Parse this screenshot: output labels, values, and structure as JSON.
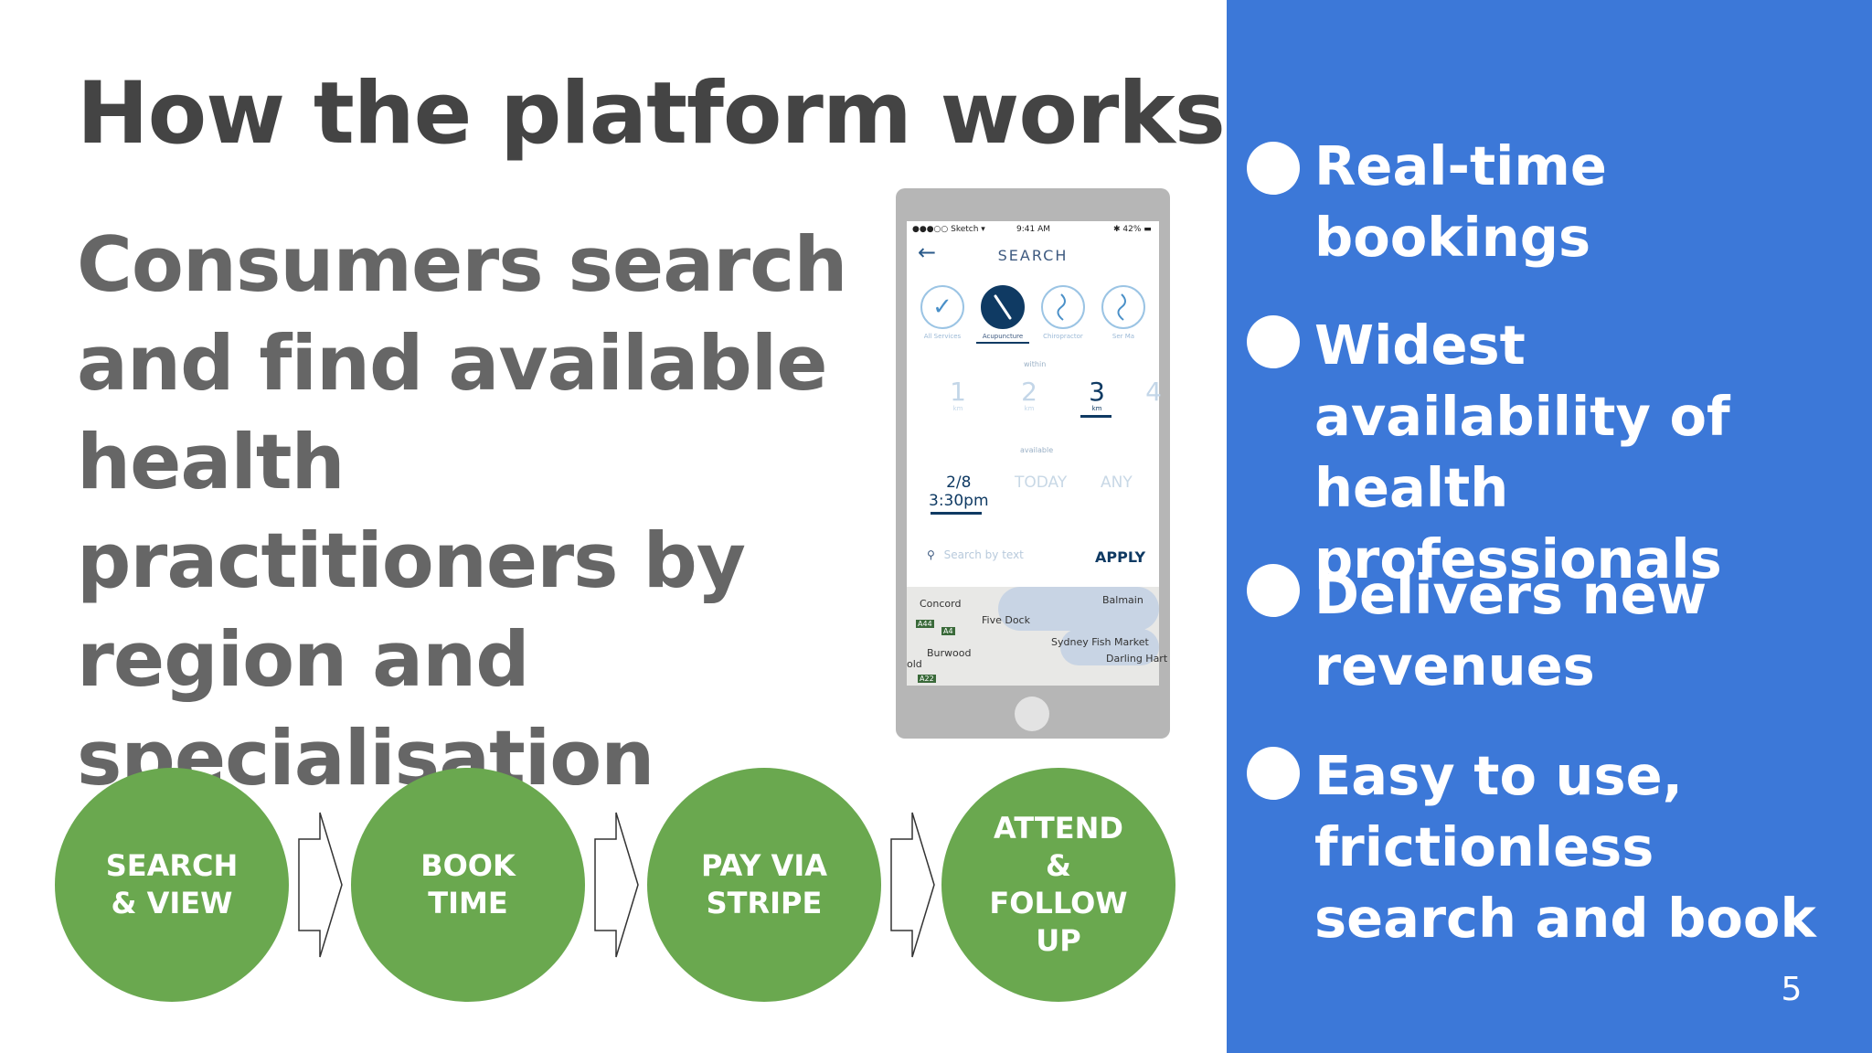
{
  "slide": {
    "title": "How the platform works …",
    "subtitle": "Consumers search and find available health practitioners by region and specialisation",
    "page_number": "5"
  },
  "phone": {
    "status": {
      "carrier": "●●●○○ Sketch ▾",
      "time": "9:41 AM",
      "battery": "✱ 42% ▬"
    },
    "header": "SEARCH",
    "categories": [
      {
        "label": "All Services",
        "icon": "check-icon"
      },
      {
        "label": "Acupuncture",
        "icon": "needle-icon"
      },
      {
        "label": "Chiropractor",
        "icon": "spine-icon"
      },
      {
        "label": "Ser Ma",
        "icon": "spine-icon"
      }
    ],
    "within_label": "within",
    "distances": [
      {
        "value": "1",
        "unit": "km"
      },
      {
        "value": "2",
        "unit": "km"
      },
      {
        "value": "3",
        "unit": "km"
      },
      {
        "value": "4",
        "unit": ""
      }
    ],
    "available_label": "available",
    "when_selected_date": "2/8",
    "when_selected_time": "3:30pm",
    "when_today": "TODAY",
    "when_any": "ANY",
    "search_placeholder": "Search by text",
    "apply_label": "APPLY",
    "map_labels": {
      "concord": "Concord",
      "five_dock": "Five Dock",
      "balmain": "Balmain",
      "burwood": "Burwood",
      "fish_market": "Sydney Fish Market",
      "darling": "Darling Hart",
      "old": "old",
      "a44": "A44",
      "a4": "A4",
      "a22": "A22"
    }
  },
  "steps": [
    {
      "label_line1": "SEARCH",
      "label_line2": "& VIEW"
    },
    {
      "label_line1": "BOOK",
      "label_line2": "TIME"
    },
    {
      "label_line1": "PAY VIA",
      "label_line2": "STRIPE"
    },
    {
      "label_line1": "ATTEND",
      "label_line2": "&",
      "label_line3": "FOLLOW",
      "label_line4": "UP"
    }
  ],
  "bullets": [
    "Real-time bookings",
    "Widest availability of health professionals",
    "Delivers new revenues",
    "Easy to use, frictionless search and book"
  ],
  "colors": {
    "panel": "#3c78d8",
    "step_green": "#6aa84f",
    "title": "#444444",
    "subtitle": "#666666"
  }
}
